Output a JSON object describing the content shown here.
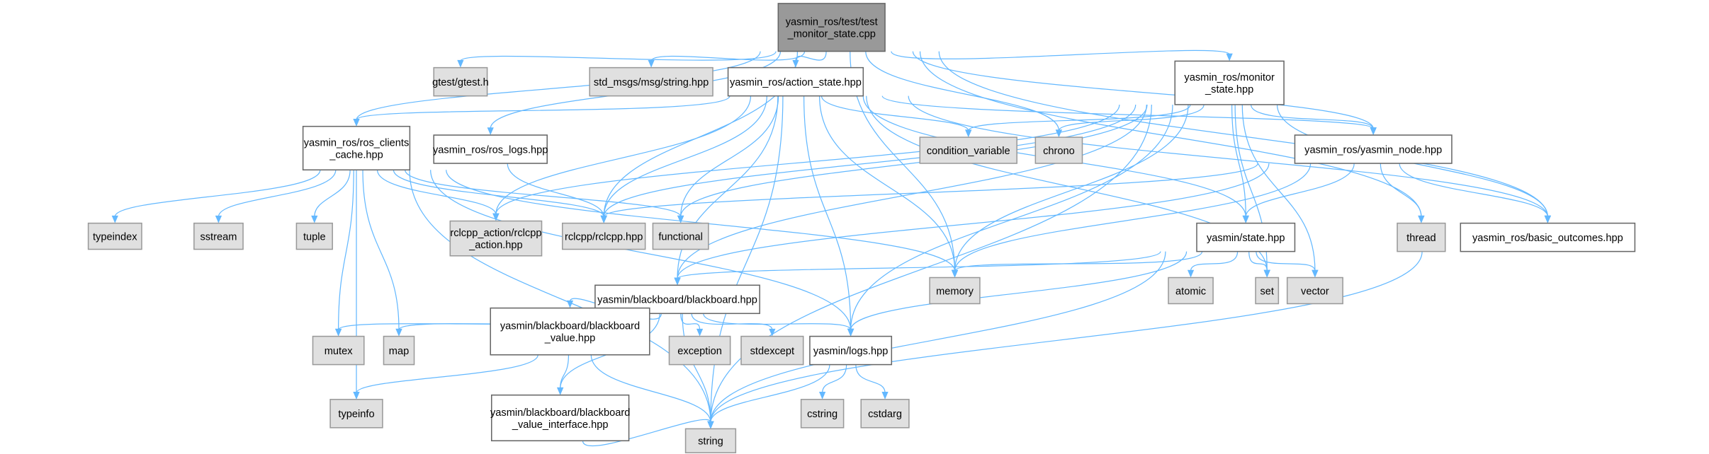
{
  "title": "yasmin_ros/test/test_monitor_state.cpp",
  "colors": {
    "edge": "#63b8ff",
    "root_fill": "#999999",
    "system_fill": "#e0e0e0",
    "local_fill": "#ffffff"
  },
  "nodes": {
    "main": {
      "lines": [
        "yasmin_ros/test/test",
        "_monitor_state.cpp"
      ],
      "kind": "root"
    },
    "gtest": {
      "lines": [
        "gtest/gtest.h"
      ],
      "kind": "sys"
    },
    "std_msgs": {
      "lines": [
        "std_msgs/msg/string.hpp"
      ],
      "kind": "sys"
    },
    "action_state": {
      "lines": [
        "yasmin_ros/action_state.hpp"
      ],
      "kind": "local"
    },
    "monitor_state": {
      "lines": [
        "yasmin_ros/monitor",
        "_state.hpp"
      ],
      "kind": "local"
    },
    "ros_clients_cache": {
      "lines": [
        "yasmin_ros/ros_clients",
        "_cache.hpp"
      ],
      "kind": "local"
    },
    "ros_logs": {
      "lines": [
        "yasmin_ros/ros_logs.hpp"
      ],
      "kind": "local"
    },
    "condition_variable": {
      "lines": [
        "condition_variable"
      ],
      "kind": "sys"
    },
    "chrono": {
      "lines": [
        "chrono"
      ],
      "kind": "sys"
    },
    "yasmin_node": {
      "lines": [
        "yasmin_ros/yasmin_node.hpp"
      ],
      "kind": "local"
    },
    "rclcpp_action": {
      "lines": [
        "rclcpp_action/rclcpp",
        "_action.hpp"
      ],
      "kind": "sys"
    },
    "rclcpp": {
      "lines": [
        "rclcpp/rclcpp.hpp"
      ],
      "kind": "sys"
    },
    "functional": {
      "lines": [
        "functional"
      ],
      "kind": "sys"
    },
    "typeindex": {
      "lines": [
        "typeindex"
      ],
      "kind": "sys"
    },
    "sstream": {
      "lines": [
        "sstream"
      ],
      "kind": "sys"
    },
    "tuple": {
      "lines": [
        "tuple"
      ],
      "kind": "sys"
    },
    "state": {
      "lines": [
        "yasmin/state.hpp"
      ],
      "kind": "local"
    },
    "thread": {
      "lines": [
        "thread"
      ],
      "kind": "sys"
    },
    "basic_outcomes": {
      "lines": [
        "yasmin_ros/basic_outcomes.hpp"
      ],
      "kind": "local"
    },
    "set": {
      "lines": [
        "set"
      ],
      "kind": "sys"
    },
    "vector": {
      "lines": [
        "vector"
      ],
      "kind": "sys"
    },
    "atomic": {
      "lines": [
        "atomic"
      ],
      "kind": "sys"
    },
    "memory": {
      "lines": [
        "memory"
      ],
      "kind": "sys"
    },
    "blackboard": {
      "lines": [
        "yasmin/blackboard/blackboard.hpp"
      ],
      "kind": "local"
    },
    "mutex": {
      "lines": [
        "mutex"
      ],
      "kind": "sys"
    },
    "map": {
      "lines": [
        "map"
      ],
      "kind": "sys"
    },
    "blackboard_value": {
      "lines": [
        "yasmin/blackboard/blackboard",
        "_value.hpp"
      ],
      "kind": "local"
    },
    "exception": {
      "lines": [
        "exception"
      ],
      "kind": "sys"
    },
    "stdexcept": {
      "lines": [
        "stdexcept"
      ],
      "kind": "sys"
    },
    "logs": {
      "lines": [
        "yasmin/logs.hpp"
      ],
      "kind": "local"
    },
    "typeinfo": {
      "lines": [
        "typeinfo"
      ],
      "kind": "sys"
    },
    "cstring": {
      "lines": [
        "cstring"
      ],
      "kind": "sys"
    },
    "cstdarg": {
      "lines": [
        "cstdarg"
      ],
      "kind": "sys"
    },
    "blackboard_value_interface": {
      "lines": [
        "yasmin/blackboard/blackboard",
        "_value_interface.hpp"
      ],
      "kind": "local"
    },
    "string": {
      "lines": [
        "string"
      ],
      "kind": "sys"
    }
  },
  "edges": [
    [
      "main",
      "gtest"
    ],
    [
      "main",
      "std_msgs"
    ],
    [
      "main",
      "action_state"
    ],
    [
      "main",
      "monitor_state"
    ],
    [
      "main",
      "ros_clients_cache"
    ],
    [
      "main",
      "ros_logs"
    ],
    [
      "main",
      "rclcpp"
    ],
    [
      "main",
      "memory"
    ],
    [
      "main",
      "chrono"
    ],
    [
      "main",
      "yasmin_node"
    ],
    [
      "main",
      "basic_outcomes"
    ],
    [
      "main",
      "thread"
    ],
    [
      "action_state",
      "string"
    ],
    [
      "action_state",
      "ros_clients_cache"
    ],
    [
      "action_state",
      "rclcpp_action"
    ],
    [
      "action_state",
      "rclcpp"
    ],
    [
      "action_state",
      "functional"
    ],
    [
      "action_state",
      "blackboard"
    ],
    [
      "action_state",
      "logs"
    ],
    [
      "action_state",
      "memory"
    ],
    [
      "action_state",
      "condition_variable"
    ],
    [
      "action_state",
      "yasmin_node"
    ],
    [
      "action_state",
      "state"
    ],
    [
      "action_state",
      "basic_outcomes"
    ],
    [
      "action_state",
      "set"
    ],
    [
      "monitor_state",
      "condition_variable"
    ],
    [
      "monitor_state",
      "chrono"
    ],
    [
      "monitor_state",
      "yasmin_node"
    ],
    [
      "monitor_state",
      "state"
    ],
    [
      "monitor_state",
      "basic_outcomes"
    ],
    [
      "monitor_state",
      "rclcpp"
    ],
    [
      "monitor_state",
      "functional"
    ],
    [
      "monitor_state",
      "blackboard"
    ],
    [
      "monitor_state",
      "memory"
    ],
    [
      "monitor_state",
      "logs"
    ],
    [
      "monitor_state",
      "set"
    ],
    [
      "monitor_state",
      "vector"
    ],
    [
      "monitor_state",
      "string"
    ],
    [
      "monitor_state",
      "rclcpp_action"
    ],
    [
      "ros_clients_cache",
      "typeindex"
    ],
    [
      "ros_clients_cache",
      "sstream"
    ],
    [
      "ros_clients_cache",
      "tuple"
    ],
    [
      "ros_clients_cache",
      "rclcpp_action"
    ],
    [
      "ros_clients_cache",
      "rclcpp"
    ],
    [
      "ros_clients_cache",
      "functional"
    ],
    [
      "ros_clients_cache",
      "mutex"
    ],
    [
      "ros_clients_cache",
      "map"
    ],
    [
      "ros_clients_cache",
      "typeinfo"
    ],
    [
      "ros_clients_cache",
      "string"
    ],
    [
      "ros_clients_cache",
      "memory"
    ],
    [
      "ros_clients_cache",
      "logs"
    ],
    [
      "ros_logs",
      "rclcpp"
    ],
    [
      "yasmin_node",
      "rclcpp"
    ],
    [
      "yasmin_node",
      "thread"
    ],
    [
      "yasmin_node",
      "basic_outcomes"
    ],
    [
      "yasmin_node",
      "state"
    ],
    [
      "yasmin_node",
      "blackboard"
    ],
    [
      "yasmin_node",
      "memory"
    ],
    [
      "state",
      "set"
    ],
    [
      "state",
      "vector"
    ],
    [
      "state",
      "atomic"
    ],
    [
      "state",
      "memory"
    ],
    [
      "state",
      "blackboard"
    ],
    [
      "state",
      "logs"
    ],
    [
      "state",
      "string"
    ],
    [
      "basic_outcomes",
      "string"
    ],
    [
      "blackboard",
      "mutex"
    ],
    [
      "blackboard",
      "map"
    ],
    [
      "blackboard",
      "blackboard_value"
    ],
    [
      "blackboard",
      "exception"
    ],
    [
      "blackboard",
      "stdexcept"
    ],
    [
      "blackboard",
      "logs"
    ],
    [
      "blackboard",
      "string"
    ],
    [
      "blackboard",
      "blackboard_value_interface"
    ],
    [
      "blackboard_value",
      "typeinfo"
    ],
    [
      "blackboard_value",
      "blackboard_value_interface"
    ],
    [
      "blackboard_value",
      "string"
    ],
    [
      "blackboard_value_interface",
      "string"
    ],
    [
      "logs",
      "cstring"
    ],
    [
      "logs",
      "cstdarg"
    ],
    [
      "logs",
      "string"
    ]
  ]
}
